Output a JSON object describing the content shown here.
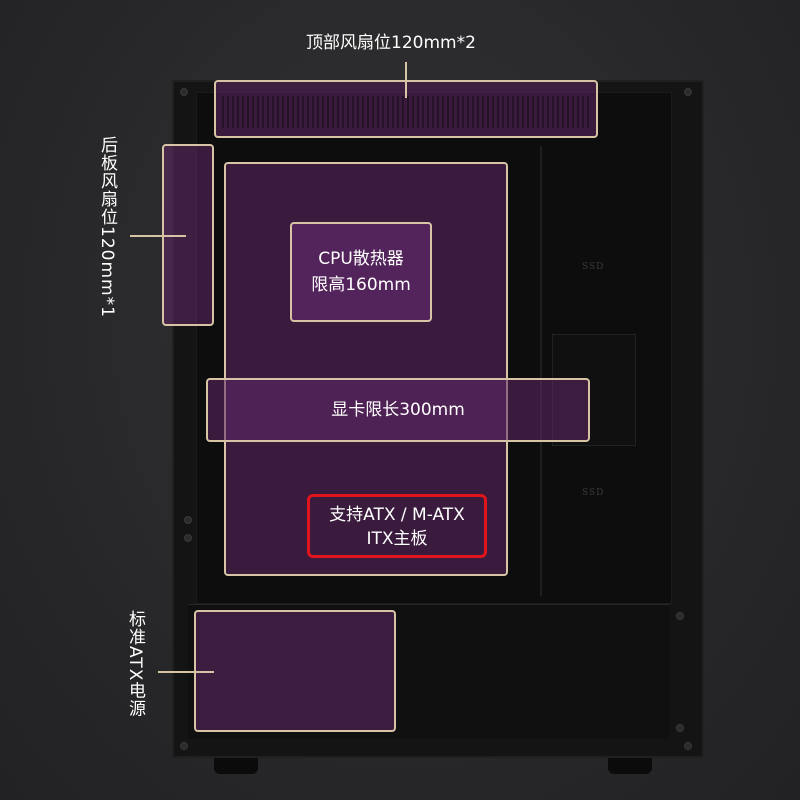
{
  "labels": {
    "top_fan": "顶部风扇位120mm*2",
    "rear_fan": "后板风扇位120mm*1",
    "cpu_cooler_line1": "CPU散热器",
    "cpu_cooler_line2": "限高160mm",
    "gpu_length": "显卡限长300mm",
    "motherboard_line1": "支持ATX / M-ATX",
    "motherboard_line2": "ITX主板",
    "psu": "标准ATX电源",
    "ssd_1": "SSD",
    "ssd_2": "SSD"
  },
  "colors": {
    "zone_fill": "#5a2460",
    "zone_border": "#d7c4a5",
    "highlight": "#e0141b",
    "case_body": "#141414",
    "background": "#2a2a2c"
  }
}
